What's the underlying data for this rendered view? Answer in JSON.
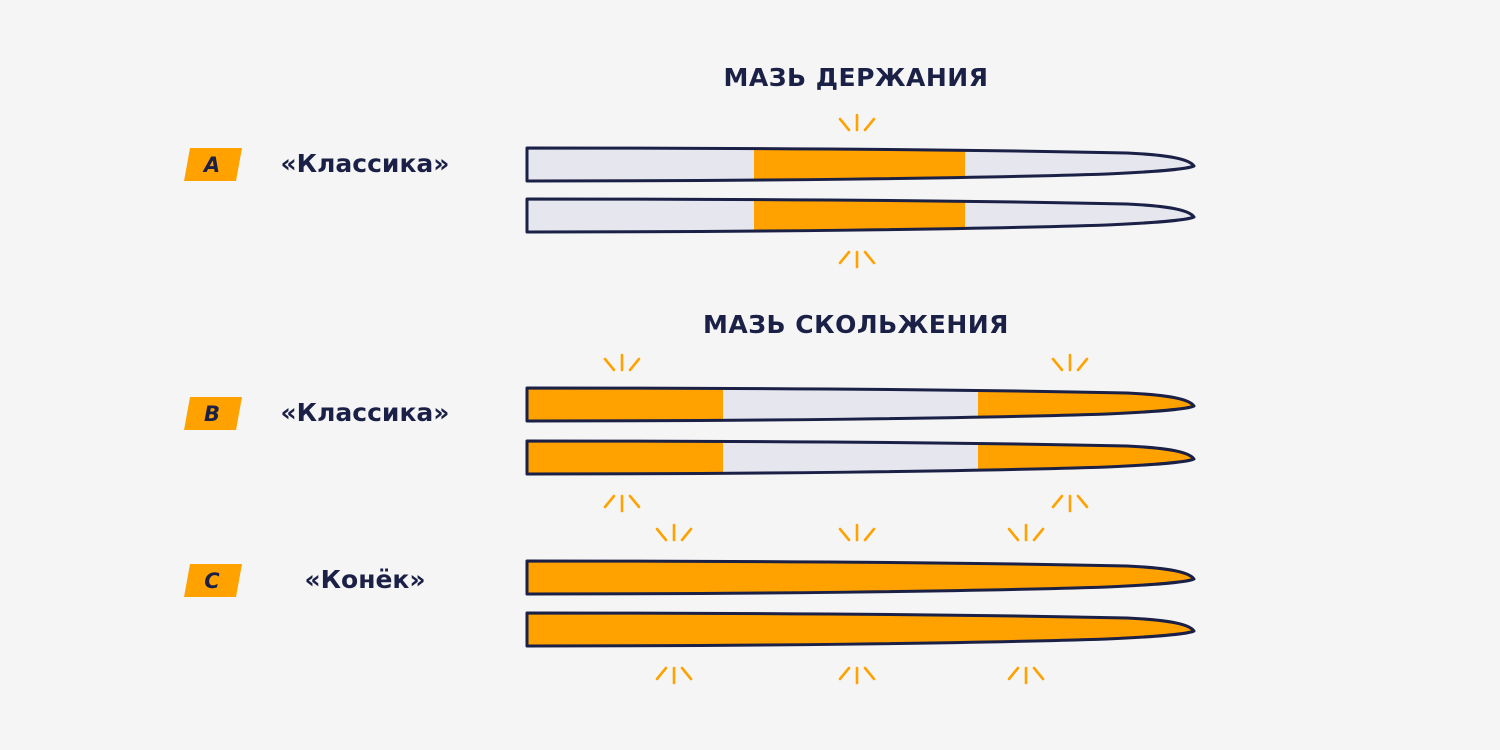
{
  "sections": [
    {
      "id": "grip",
      "heading": "МАЗЬ ДЕРЖАНИЯ"
    },
    {
      "id": "glide",
      "heading": "МАЗЬ СКОЛЬЖЕНИЯ"
    }
  ],
  "rows": [
    {
      "id": "a",
      "badge": "A",
      "label": "«Классика»",
      "wax_zone": "center"
    },
    {
      "id": "b",
      "badge": "B",
      "label": "«Классика»",
      "wax_zone": "ends"
    },
    {
      "id": "c",
      "badge": "C",
      "label": "«Конёк»",
      "wax_zone": "full"
    }
  ],
  "colors": {
    "background": "#f5f5f5",
    "text": "#1b2046",
    "outline": "#1b2046",
    "wax": "#ffa200",
    "ski_base": "#e6e7ee"
  }
}
